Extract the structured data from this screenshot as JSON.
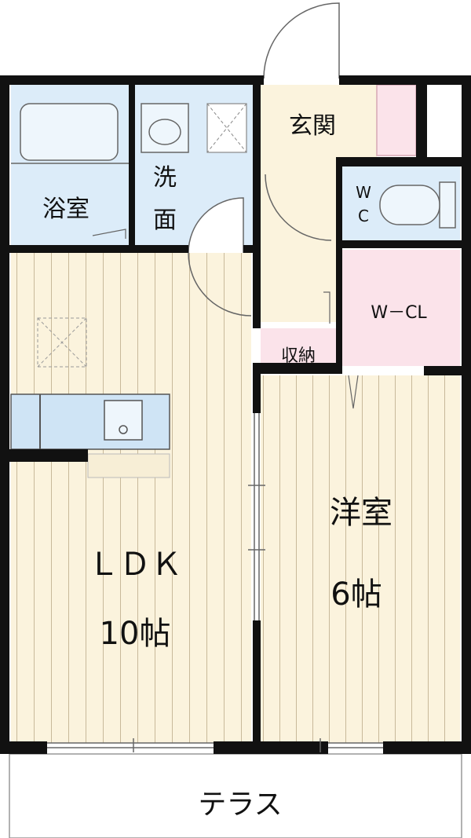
{
  "rooms": {
    "bath": "浴室",
    "wash_1": "洗",
    "wash_2": "面",
    "entrance": "玄関",
    "wc_1": "W",
    "wc_2": "C",
    "wcl": "W－CL",
    "storage": "収納",
    "ldk_name": "ＬＤＫ",
    "ldk_size": "10帖",
    "western_name": "洋室",
    "western_size": "6帖",
    "terrace": "テラス"
  },
  "colors": {
    "wood": "#fbf3dd",
    "wood_line": "#c8b99a",
    "blue": "#dcecf9",
    "pink": "#fbe3ea",
    "wall": "#111111",
    "fixture": "#cfe4f5"
  }
}
